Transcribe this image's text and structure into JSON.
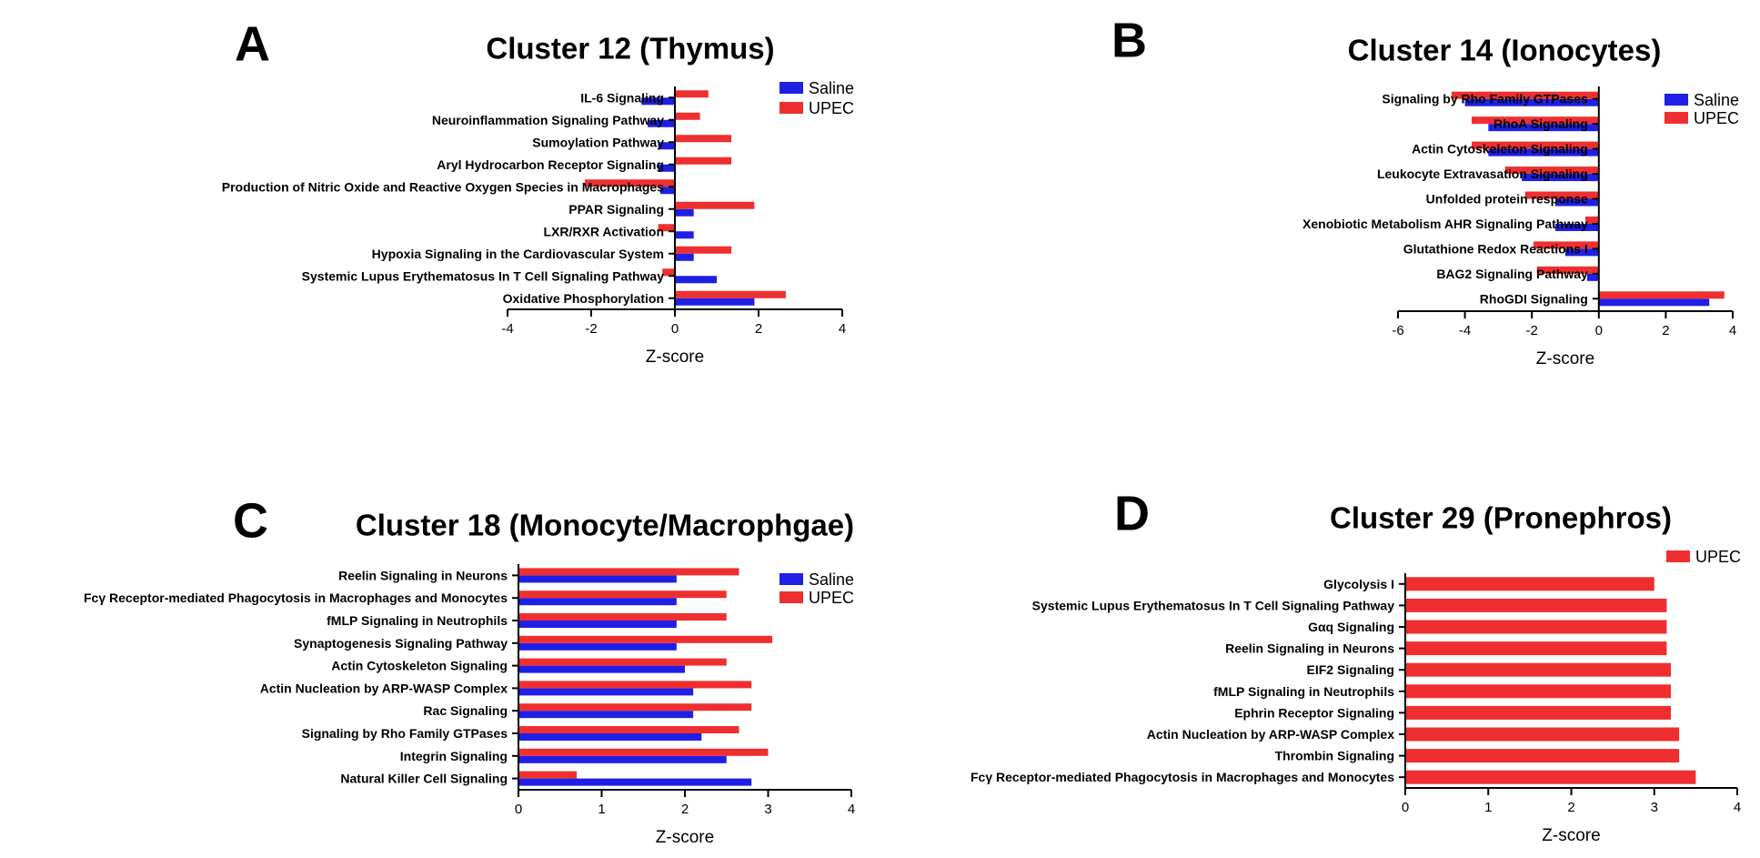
{
  "colors": {
    "saline": "#1f1fe6",
    "upec": "#ef2f2f",
    "axis": "#000000"
  },
  "chart_data": [
    {
      "type": "bar",
      "panel": "A",
      "title": "Cluster 12 (Thymus)",
      "xlabel": "Z-score",
      "xlim": [
        -4,
        4
      ],
      "xticks": [
        -4,
        -2,
        0,
        2,
        4
      ],
      "legend": "top-right",
      "categories": [
        "IL-6 Signaling",
        "Neuroinflammation Signaling Pathway",
        "Sumoylation Pathway",
        "Aryl Hydrocarbon Receptor Signaling",
        "Production of Nitric Oxide and Reactive Oxygen Species in Macrophages",
        "PPAR Signaling",
        "LXR/RXR Activation",
        "Hypoxia Signaling in the Cardiovascular System",
        "Systemic Lupus Erythematosus In T Cell Signaling Pathway",
        "Oxidative Phosphorylation"
      ],
      "series": [
        {
          "name": "Saline",
          "values": [
            -0.8,
            -0.65,
            -0.4,
            -0.4,
            -0.35,
            0.45,
            0.45,
            0.45,
            1.0,
            1.9
          ]
        },
        {
          "name": "UPEC",
          "values": [
            0.8,
            0.6,
            1.35,
            1.35,
            -2.15,
            1.9,
            -0.4,
            1.35,
            -0.3,
            2.65
          ]
        }
      ]
    },
    {
      "type": "bar",
      "panel": "B",
      "title": "Cluster 14 (Ionocytes)",
      "xlabel": "Z-score",
      "xlim": [
        -6,
        4
      ],
      "xticks": [
        -6,
        -4,
        -2,
        0,
        2,
        4
      ],
      "legend": "top-right",
      "categories": [
        "Signaling by Rho Family GTPases",
        "RhoA Signaling",
        "Actin Cytoskeleton Signaling",
        "Leukocyte Extravasation Signaling",
        "Unfolded protein response",
        "Xenobiotic Metabolism AHR Signaling Pathway",
        "Glutathione Redox Reactions I",
        "BAG2 Signaling Pathway",
        "RhoGDI Signaling"
      ],
      "series": [
        {
          "name": "Saline",
          "values": [
            -4.0,
            -3.3,
            -3.3,
            -2.3,
            -1.3,
            -1.3,
            -1.0,
            -0.35,
            3.3
          ]
        },
        {
          "name": "UPEC",
          "values": [
            -4.4,
            -3.8,
            -3.8,
            -2.8,
            -2.2,
            -0.4,
            -1.95,
            -1.85,
            3.75
          ]
        }
      ]
    },
    {
      "type": "bar",
      "panel": "C",
      "title": "Cluster 18 (Monocyte/Macrophgae)",
      "xlabel": "Z-score",
      "xlim": [
        0,
        4
      ],
      "xticks": [
        0,
        1,
        2,
        3,
        4
      ],
      "legend": "top-right",
      "categories": [
        "Reelin Signaling in Neurons",
        "Fcγ Receptor-mediated Phagocytosis in Macrophages and Monocytes",
        "fMLP Signaling in Neutrophils",
        "Synaptogenesis Signaling Pathway",
        "Actin Cytoskeleton Signaling",
        "Actin Nucleation by ARP-WASP Complex",
        "Rac Signaling",
        "Signaling by Rho Family GTPases",
        "Integrin Signaling",
        "Natural Killer Cell Signaling"
      ],
      "series": [
        {
          "name": "Saline",
          "values": [
            1.9,
            1.9,
            1.9,
            1.9,
            2.0,
            2.1,
            2.1,
            2.2,
            2.5,
            2.8
          ]
        },
        {
          "name": "UPEC",
          "values": [
            2.65,
            2.5,
            2.5,
            3.05,
            2.5,
            2.8,
            2.8,
            2.65,
            3.0,
            0.7
          ]
        }
      ]
    },
    {
      "type": "bar",
      "panel": "D",
      "title": "Cluster 29 (Pronephros)",
      "xlabel": "Z-score",
      "xlim": [
        0,
        4
      ],
      "xticks": [
        0,
        1,
        2,
        3,
        4
      ],
      "legend": "top-right",
      "categories": [
        "Glycolysis I",
        "Systemic Lupus Erythematosus In T Cell Signaling Pathway",
        "Gαq Signaling",
        "Reelin Signaling in Neurons",
        "EIF2 Signaling",
        "fMLP Signaling in Neutrophils",
        "Ephrin Receptor Signaling",
        "Actin Nucleation by ARP-WASP Complex",
        "Thrombin Signaling",
        "Fcγ Receptor-mediated Phagocytosis in Macrophages and Monocytes"
      ],
      "series": [
        {
          "name": "UPEC",
          "values": [
            3.0,
            3.15,
            3.15,
            3.15,
            3.2,
            3.2,
            3.2,
            3.3,
            3.3,
            3.5
          ]
        }
      ]
    }
  ]
}
